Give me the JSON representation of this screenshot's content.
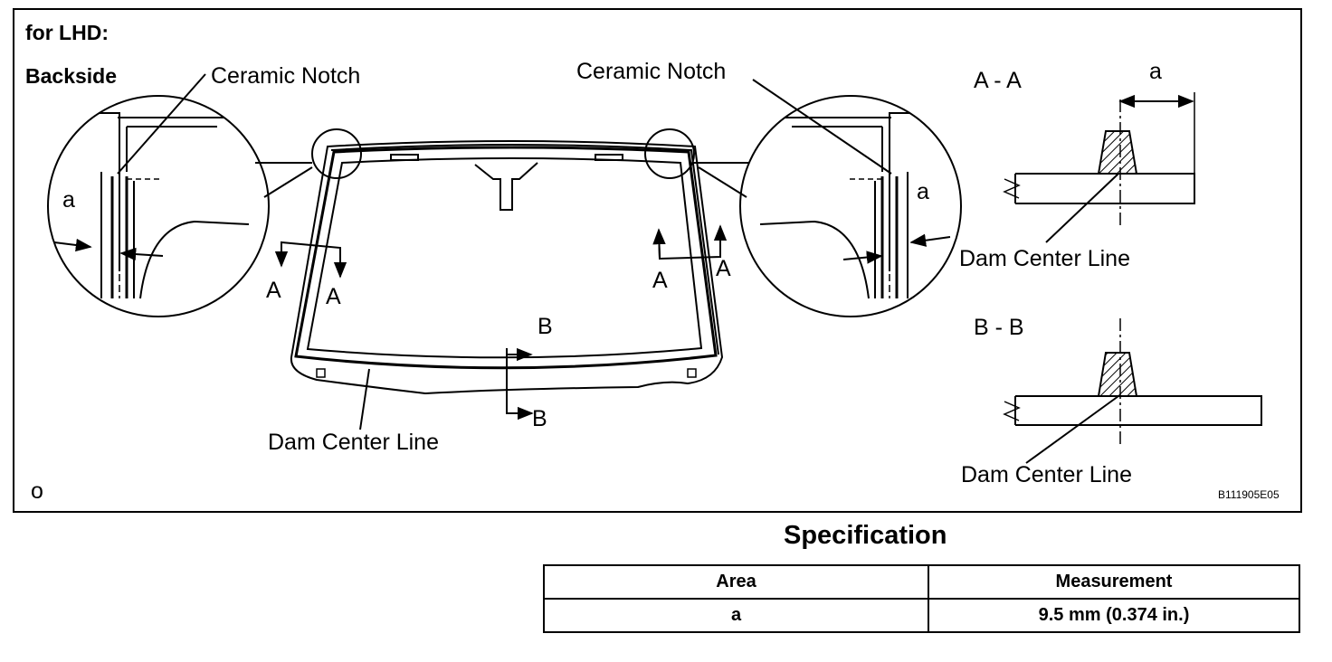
{
  "labels": {
    "header": "for LHD:",
    "backside": "Backside",
    "ceramic_notch_left": "Ceramic Notch",
    "ceramic_notch_right": "Ceramic Notch",
    "a_left": "a",
    "a_right": "a",
    "a_section": "a",
    "section_a_title": "A - A",
    "section_b_title": "B - B",
    "dam_center_line_aa": "Dam Center Line",
    "dam_center_line_bb": "Dam Center Line",
    "dam_center_line_main": "Dam Center Line",
    "marker_a1": "A",
    "marker_a2": "A",
    "marker_a3": "A",
    "marker_a4": "A",
    "marker_b1": "B",
    "marker_b2": "B",
    "corner_mark": "o",
    "figure_code": "B111905E05"
  },
  "specification": {
    "title": "Specification",
    "headers": {
      "area": "Area",
      "measurement": "Measurement"
    },
    "rows": [
      {
        "area": "a",
        "measurement": "9.5 mm (0.374 in.)"
      }
    ]
  }
}
